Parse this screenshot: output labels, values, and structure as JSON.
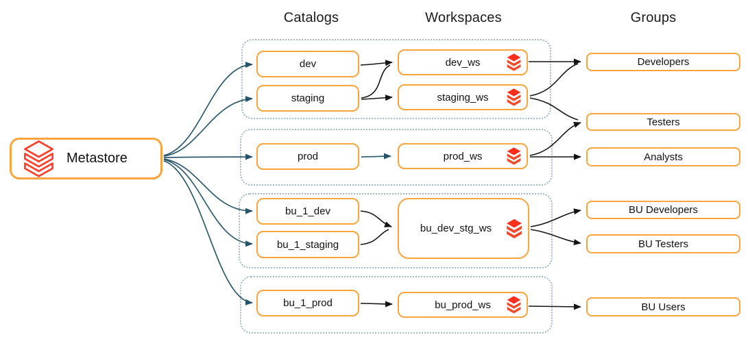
{
  "column_headers": {
    "catalogs": "Catalogs",
    "workspaces": "Workspaces",
    "groups": "Groups"
  },
  "metastore": {
    "label": "Metastore"
  },
  "catalogs": [
    {
      "label": "dev"
    },
    {
      "label": "staging"
    },
    {
      "label": "prod"
    },
    {
      "label": "bu_1_dev"
    },
    {
      "label": "bu_1_staging"
    },
    {
      "label": "bu_1_prod"
    }
  ],
  "workspaces": [
    {
      "label": "dev_ws"
    },
    {
      "label": "staging_ws"
    },
    {
      "label": "prod_ws"
    },
    {
      "label": "bu_dev_stg_ws"
    },
    {
      "label": "bu_prod_ws"
    }
  ],
  "groups": [
    {
      "label": "Developers"
    },
    {
      "label": "Testers"
    },
    {
      "label": "Analysts"
    },
    {
      "label": "BU Developers"
    },
    {
      "label": "BU Testers"
    },
    {
      "label": "BU Users"
    }
  ],
  "edges": {
    "metastore_to_catalogs": [
      "dev",
      "staging",
      "prod",
      "bu_1_dev",
      "bu_1_staging",
      "bu_1_prod"
    ],
    "catalog_to_workspace": [
      [
        "dev",
        "dev_ws"
      ],
      [
        "staging",
        "dev_ws"
      ],
      [
        "staging",
        "staging_ws"
      ],
      [
        "prod",
        "prod_ws"
      ],
      [
        "bu_1_dev",
        "bu_dev_stg_ws"
      ],
      [
        "bu_1_staging",
        "bu_dev_stg_ws"
      ],
      [
        "bu_1_prod",
        "bu_prod_ws"
      ]
    ],
    "workspace_to_group": [
      [
        "dev_ws",
        "Developers"
      ],
      [
        "staging_ws",
        "Developers"
      ],
      [
        "staging_ws",
        "Testers"
      ],
      [
        "prod_ws",
        "Testers"
      ],
      [
        "prod_ws",
        "Analysts"
      ],
      [
        "bu_dev_stg_ws",
        "BU Developers"
      ],
      [
        "bu_dev_stg_ws",
        "BU Testers"
      ],
      [
        "bu_prod_ws",
        "BU Users"
      ]
    ]
  },
  "icons": {
    "metastore_icon": "databricks-logo-outline",
    "workspace_icon": "databricks-logo-filled"
  },
  "colors": {
    "node_border_orange": "#F9A43C",
    "databricks_red": "#FF3621",
    "arrow_teal": "#2D5A6B",
    "arrow_black": "#141414",
    "cluster_dotted_border": "#9DB7C8",
    "text": "#1B1B1B"
  }
}
